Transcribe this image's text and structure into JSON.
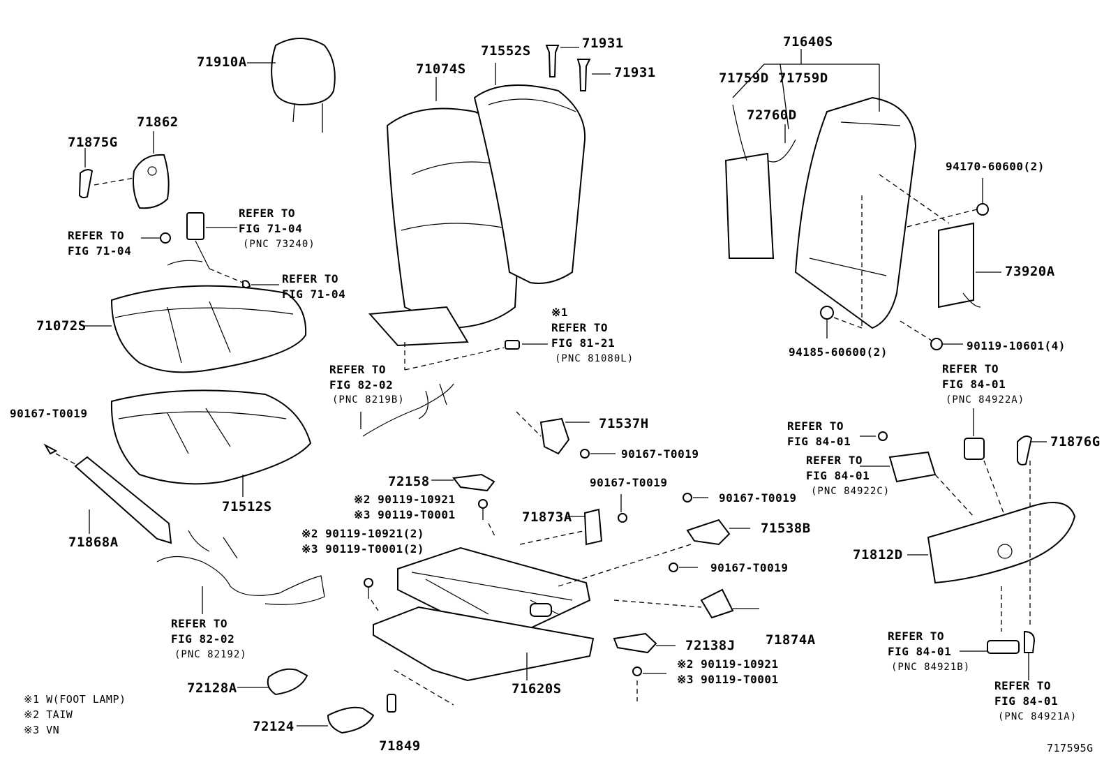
{
  "labels": {
    "p71910A": "71910A",
    "p71862": "71862",
    "p71875G": "71875G",
    "ref_belt_a1": "REFER TO",
    "ref_belt_a2": "FIG 71-04",
    "ref_belt_a3": "(PNC 73240)",
    "ref_belt_b1": "REFER TO",
    "ref_belt_b2": "FIG 71-04",
    "ref_belt_c1": "REFER TO",
    "ref_belt_c2": "FIG 71-04",
    "p71072S": "71072S",
    "p90167_left": "90167-T0019",
    "p71512S": "71512S",
    "p71868A": "71868A",
    "ref_8202b_1": "REFER TO",
    "ref_8202b_2": "FIG 82-02",
    "ref_8202b_3": "(PNC 82192)",
    "p71074S": "71074S",
    "p71552S": "71552S",
    "p71931a": "71931",
    "p71931b": "71931",
    "ref_8121_0": "※1",
    "ref_8121_1": "REFER TO",
    "ref_8121_2": "FIG 81-21",
    "ref_8121_3": "(PNC 81080L)",
    "ref_8202a_1": "REFER TO",
    "ref_8202a_2": "FIG 82-02",
    "ref_8202a_3": "(PNC 8219B)",
    "p71537H": "71537H",
    "p90167_a": "90167-T0019",
    "p72158": "72158",
    "p90119_10921_a": "※2 90119-10921",
    "p90119_T0001_a": "※3 90119-T0001",
    "p90119_10921_b": "※2 90119-10921(2)",
    "p90119_T0001_b": "※3 90119-T0001(2)",
    "p90167_b": "90167-T0019",
    "p71873A": "71873A",
    "p90167_c": "90167-T0019",
    "p71538B": "71538B",
    "p90167_d": "90167-T0019",
    "p72138J": "72138J",
    "p71874A": "71874A",
    "p90119_10921_c": "※2 90119-10921",
    "p90119_T0001_c": "※3 90119-T0001",
    "p72128A": "72128A",
    "p71620S": "71620S",
    "p72124": "72124",
    "p71849": "71849",
    "p71640S": "71640S",
    "p71759Da": "71759D",
    "p71759Db": "71759D",
    "p72760D": "72760D",
    "p94170": "94170-60600(2)",
    "p73920A": "73920A",
    "p94185": "94185-60600(2)",
    "p90119_10601": "90119-10601(4)",
    "ref_8401a_1": "REFER TO",
    "ref_8401a_2": "FIG 84-01",
    "ref_8401a_3": "(PNC 84922A)",
    "ref_8401b_1": "REFER TO",
    "ref_8401b_2": "FIG 84-01",
    "ref_8401c_1": "REFER TO",
    "ref_8401c_2": "FIG 84-01",
    "ref_8401c_3": "(PNC 84922C)",
    "p71876G": "71876G",
    "p71812D": "71812D",
    "ref_8401d_1": "REFER TO",
    "ref_8401d_2": "FIG 84-01",
    "ref_8401d_3": "(PNC 84921B)",
    "ref_8401e_1": "REFER TO",
    "ref_8401e_2": "FIG 84-01",
    "ref_8401e_3": "(PNC 84921A)",
    "note1": "※1 W(FOOT LAMP)",
    "note2": "※2 TAIW",
    "note3": "※3 VN",
    "diagram_id": "717595G"
  }
}
